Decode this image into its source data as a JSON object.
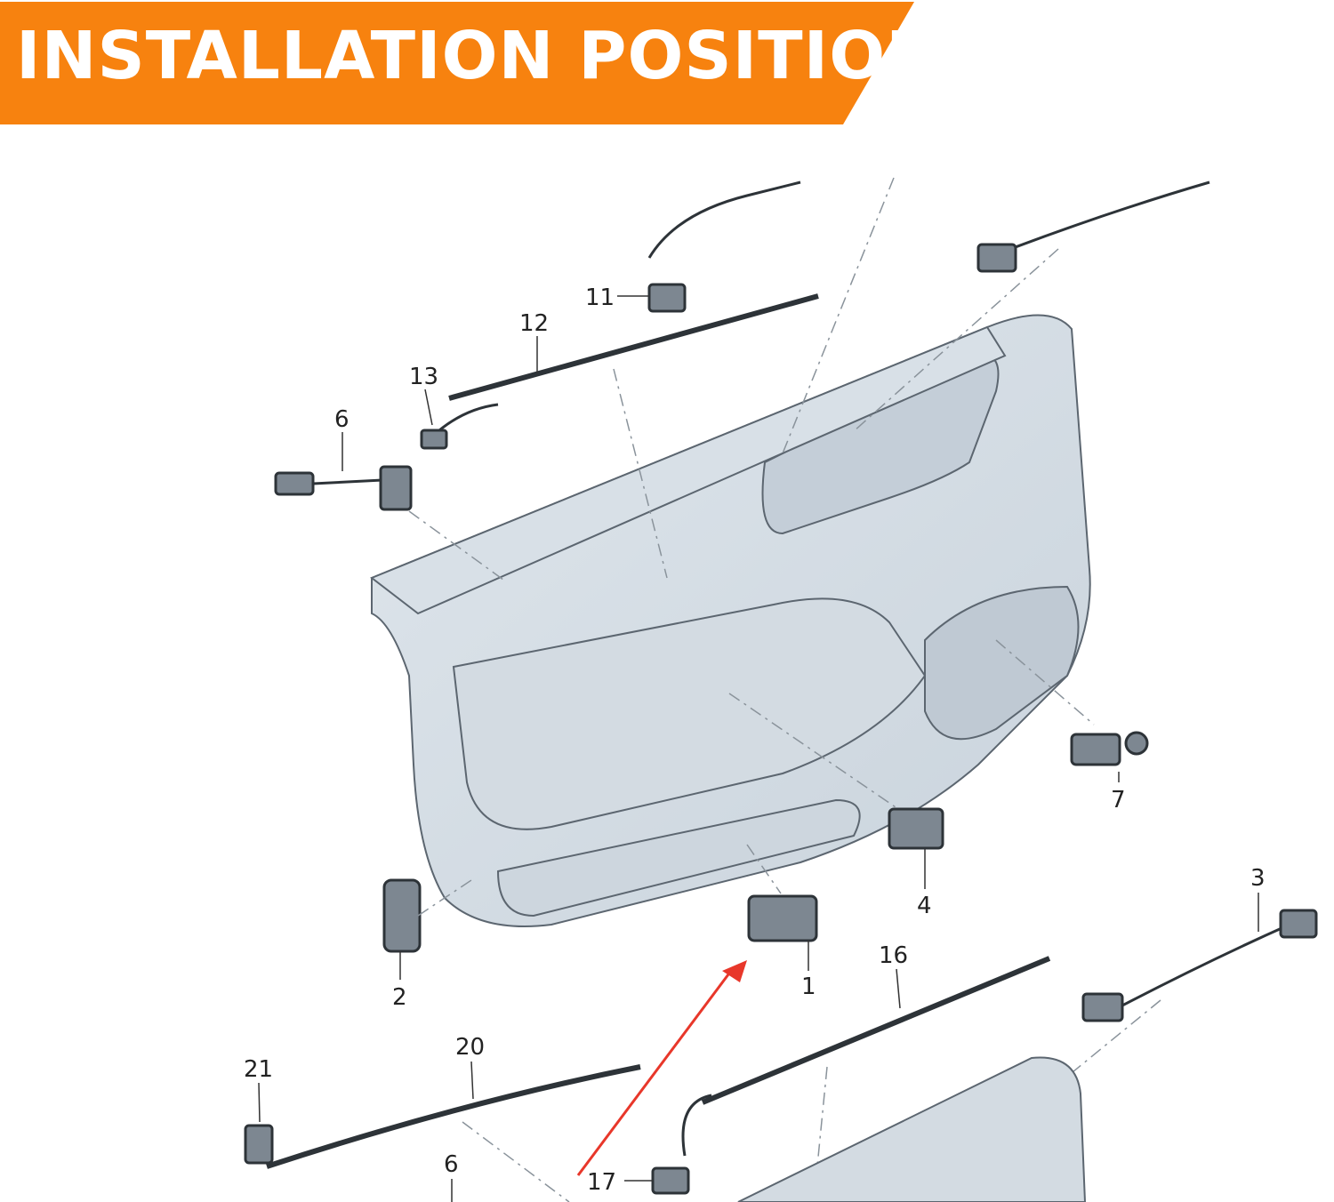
{
  "header": {
    "title": "INSTALLATION POSITION",
    "banner_color": "#F7820F"
  },
  "diagram": {
    "arrow_color": "#E8372A",
    "callouts": [
      {
        "id": "c11",
        "text": "11"
      },
      {
        "id": "c12",
        "text": "12"
      },
      {
        "id": "c13",
        "text": "13"
      },
      {
        "id": "c6a",
        "text": "6"
      },
      {
        "id": "c7",
        "text": "7"
      },
      {
        "id": "c4",
        "text": "4"
      },
      {
        "id": "c1",
        "text": "1"
      },
      {
        "id": "c2",
        "text": "2"
      },
      {
        "id": "c3",
        "text": "3"
      },
      {
        "id": "c16",
        "text": "16"
      },
      {
        "id": "c20",
        "text": "20"
      },
      {
        "id": "c21",
        "text": "21"
      },
      {
        "id": "c6b",
        "text": "6"
      },
      {
        "id": "c17",
        "text": "17"
      }
    ]
  }
}
